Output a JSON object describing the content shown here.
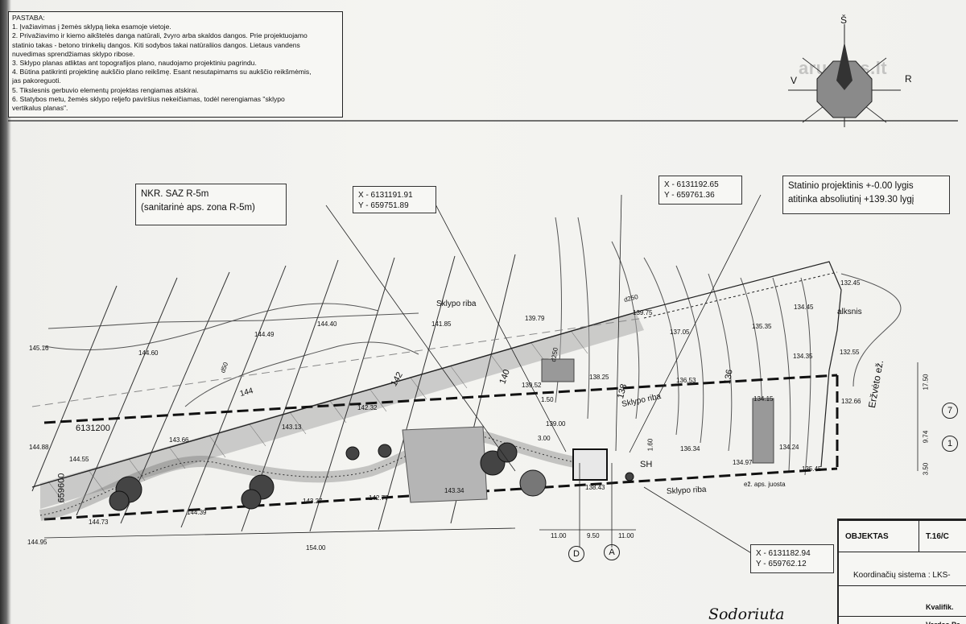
{
  "notes": {
    "title": "PASTABA:",
    "lines": [
      "1. Įvažiavimas į žemės sklypą lieka esamoje vietoje.",
      "2. Privažiavimo ir kiemo aikštelės danga natūrali, žvyro arba skaldos dangos.  Prie projektuojamo",
      "statinio takas - betono trinkelių dangos. Kiti sodybos takai natūraliios dangos. Lietaus vandens",
      "nuvedimas sprendžiamas sklypo ribose.",
      "3. Sklypo planas atliktas ant topografijos plano, naudojamo projektiniu pagrindu.",
      "4. Būtina patikrinti projektinę aukščio plano reikšmę. Esant nesutapimams su aukščio reikšmėmis,",
      "jas pakoreguoti.",
      "5. Tikslesnis gerbuvio elementų projektas rengiamas atskirai.",
      "6. Statybos metu, žemės sklypo reljefo paviršius nekeičiamas, todėl nerengiamas \"sklypo",
      "vertikalus planas\"."
    ]
  },
  "compass": {
    "n": "Š",
    "e": "R",
    "w": "V"
  },
  "watermark": "aruodas.lt",
  "callouts": {
    "saz": [
      "NKR. SAZ R-5m",
      "(sanitarinė aps. zona R-5m)"
    ],
    "coord1": [
      "X - 6131191.91",
      "Y - 659751.89"
    ],
    "coord2": [
      "X - 6131192.65",
      "Y - 659761.36"
    ],
    "level": [
      "Statinio projektinis +-0.00 lygis",
      "atitinka absoliutinį +139.30 lygį"
    ],
    "coord3": [
      "X - 6131182.94",
      "Y - 659762.12"
    ]
  },
  "labels": {
    "sklypo_riba_1": "Sklypo riba",
    "sklypo_riba_2": "Sklypo riba",
    "sklypo_riba_3": "Sklypo riba",
    "erzveto": "Eržvėto ež.",
    "alksnis": "alksnis",
    "apsjuosta": "ež. aps. juosta",
    "x6131200": "6131200",
    "y659600": "659600",
    "sh": "SH",
    "d250a": "d250",
    "d250b": "d250",
    "d50": "d50"
  },
  "elevations": [
    "145.16",
    "144.60",
    "144.49",
    "144.40",
    "144",
    "143.13",
    "143.66",
    "142.32",
    "144.55",
    "144.88",
    "144.39",
    "144.73",
    "144.95",
    "143.27",
    "142.77",
    "143.34",
    "142",
    "141.85",
    "140",
    "139.79",
    "139.52",
    "138.25",
    "139.00",
    "138.43",
    "137.05",
    "136.53",
    "136.34",
    "134.97",
    "135.45",
    "134.24",
    "134.15",
    "132.66",
    "132.55",
    "134.35",
    "135.35",
    "134.45",
    "132.45",
    "138",
    "136",
    "139.75"
  ],
  "dims": {
    "d1": "11.00",
    "d2": "9.50",
    "d3": "11.00",
    "d4": "154.00",
    "d5": "17.50",
    "d6": "9.74",
    "d7": "3.50",
    "d8": "1.50",
    "d9": "3.00",
    "d10": "1.60"
  },
  "axes": {
    "a": "A",
    "d": "D",
    "one": "1",
    "seven": "7"
  },
  "titleblock": {
    "objektas_label": "OBJEKTAS",
    "objektas_value": "T.16/C",
    "koord": "Koordinačių sistema : LKS-",
    "kval": "Kvalifik.",
    "vardas": "Vardas,Pa"
  },
  "signature": "Sodoriuta"
}
